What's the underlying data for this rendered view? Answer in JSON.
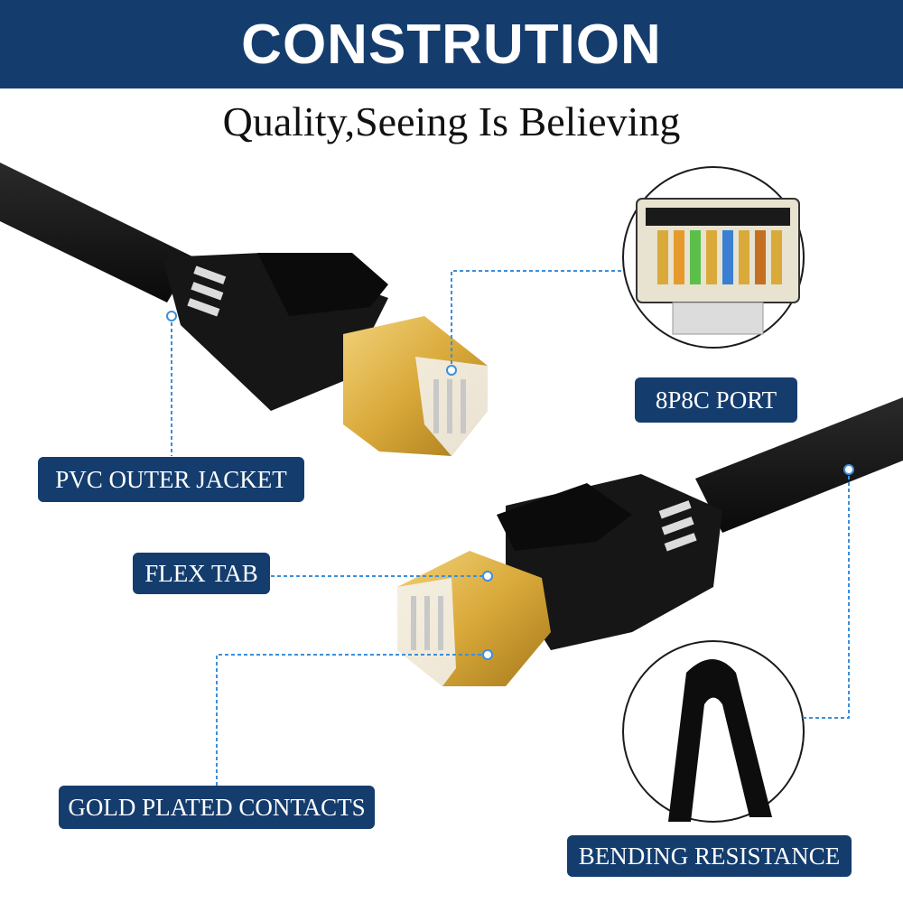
{
  "header": {
    "title": "CONSTRUTION",
    "subtitle": "Quality,Seeing Is Believing"
  },
  "labels": {
    "port": "8P8C PORT",
    "jacket": "PVC OUTER JACKET",
    "flex_tab": "FLEX TAB",
    "contacts": "GOLD PLATED CONTACTS",
    "bending": "BENDING RESISTANCE"
  },
  "colors": {
    "banner": "#143d6e",
    "cable": "#111111",
    "gold": "#d9a93a",
    "leader_line": "#3d8fd8"
  }
}
